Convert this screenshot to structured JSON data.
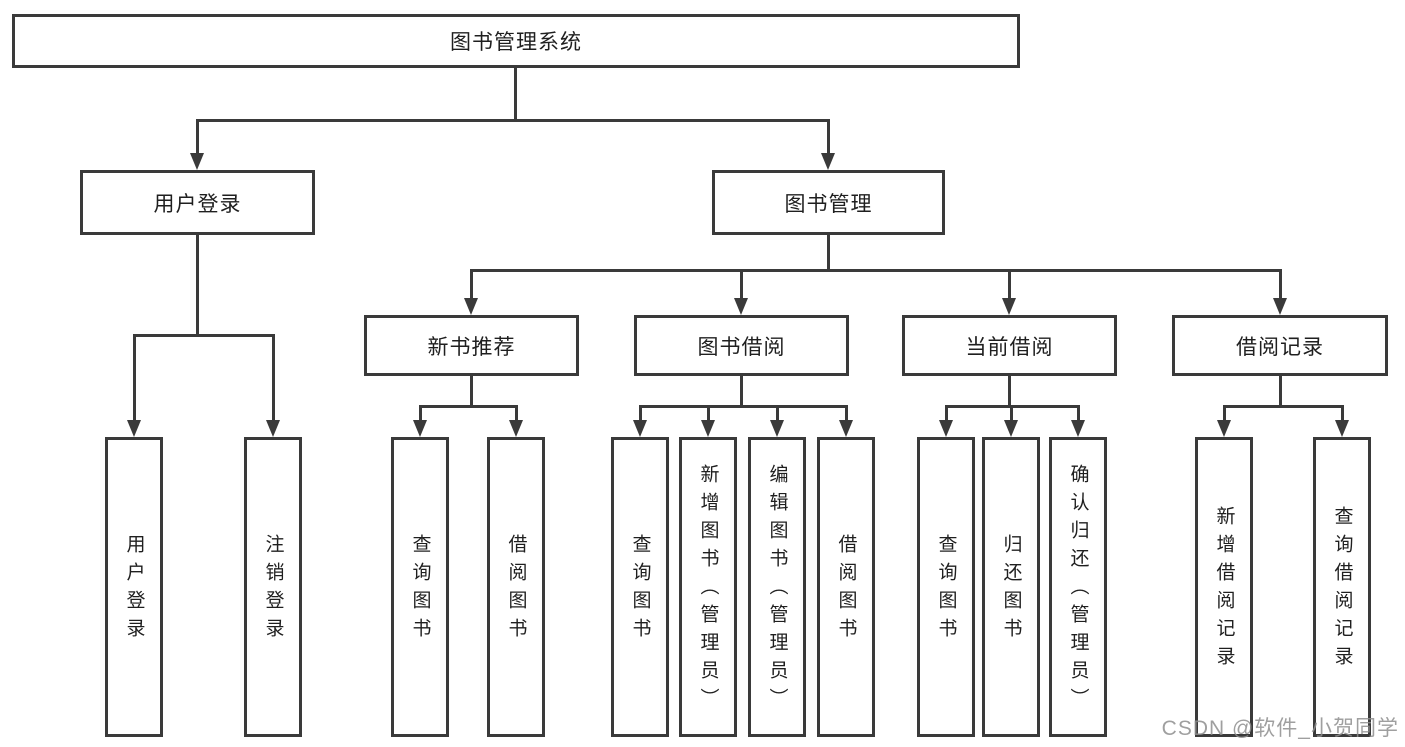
{
  "diagram": {
    "root": {
      "label": "图书管理系统"
    },
    "level1": [
      {
        "label": "用户登录",
        "children": [
          {
            "label": "用户登录"
          },
          {
            "label": "注销登录"
          }
        ]
      },
      {
        "label": "图书管理",
        "children": [
          {
            "label": "新书推荐",
            "children": [
              {
                "label": "查询图书"
              },
              {
                "label": "借阅图书"
              }
            ]
          },
          {
            "label": "图书借阅",
            "children": [
              {
                "label": "查询图书"
              },
              {
                "label": "新增图书（管理员）"
              },
              {
                "label": "编辑图书（管理员）"
              },
              {
                "label": "借阅图书"
              }
            ]
          },
          {
            "label": "当前借阅",
            "children": [
              {
                "label": "查询图书"
              },
              {
                "label": "归还图书"
              },
              {
                "label": "确认归还（管理员）"
              }
            ]
          },
          {
            "label": "借阅记录",
            "children": [
              {
                "label": "新增借阅记录"
              },
              {
                "label": "查询借阅记录"
              }
            ]
          }
        ]
      }
    ]
  },
  "watermark": {
    "text": "CSDN @软件_小贺同学"
  },
  "colors": {
    "line": "#3a3a3a",
    "text": "#1f1f1f",
    "watermark": "#8f8f8f",
    "background": "#ffffff"
  }
}
